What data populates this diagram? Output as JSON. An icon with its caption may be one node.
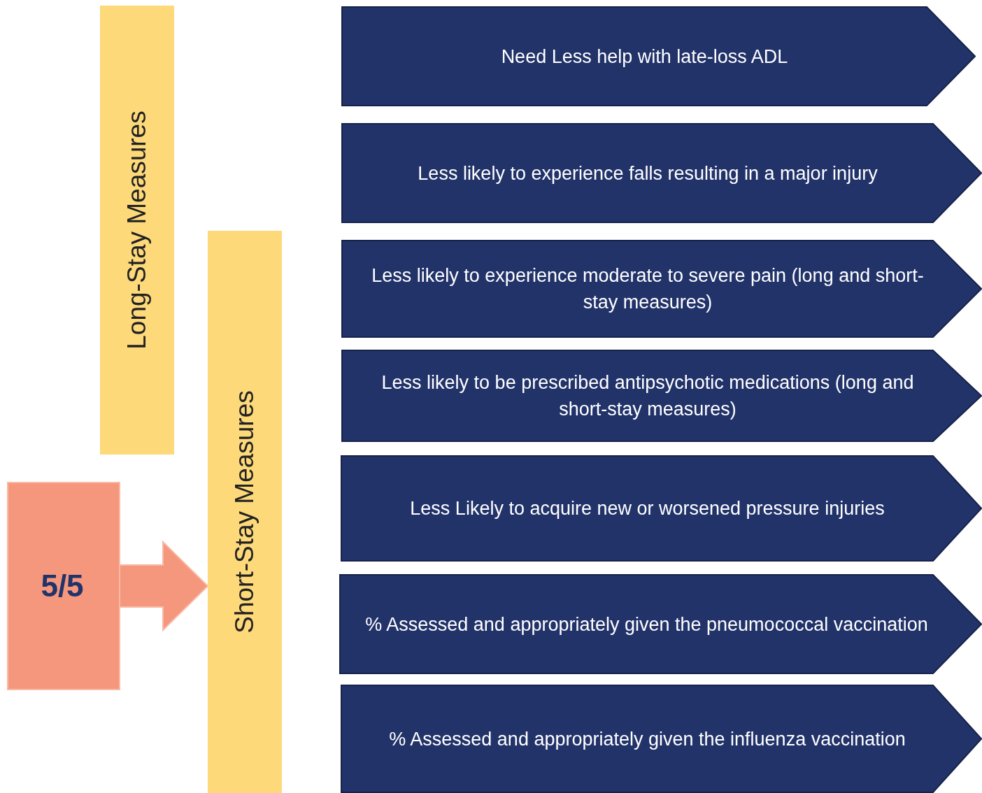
{
  "diagram": {
    "nodes": [
      {
        "text": [
          "Long-Stay Measures"
        ]
      },
      {
        "text": [
          "Short-Stay Measures"
        ]
      },
      {
        "text": [
          "5/5"
        ]
      },
      {
        "text": [
          "Need Less help with late-loss ADL"
        ]
      },
      {
        "text": [
          "Less likely to experience falls resulting in a major injury"
        ]
      },
      {
        "text": [
          "Less likely to experience moderate to severe pain (long and short-stay measures)"
        ]
      },
      {
        "text": [
          "Less likely to be prescribed antipsychotic medications (long and short-stay measures)"
        ]
      },
      {
        "text": [
          "Less Likely to acquire new or worsened pressure injuries"
        ]
      },
      {
        "text": [
          "% Assessed and appropriately given the pneumococcal vaccination"
        ]
      },
      {
        "text": [
          "% Assessed and appropriately given the influenza vaccination"
        ]
      }
    ],
    "edges": [
      {
        "from": 2,
        "to": 1,
        "arrow": "to"
      }
    ]
  }
}
